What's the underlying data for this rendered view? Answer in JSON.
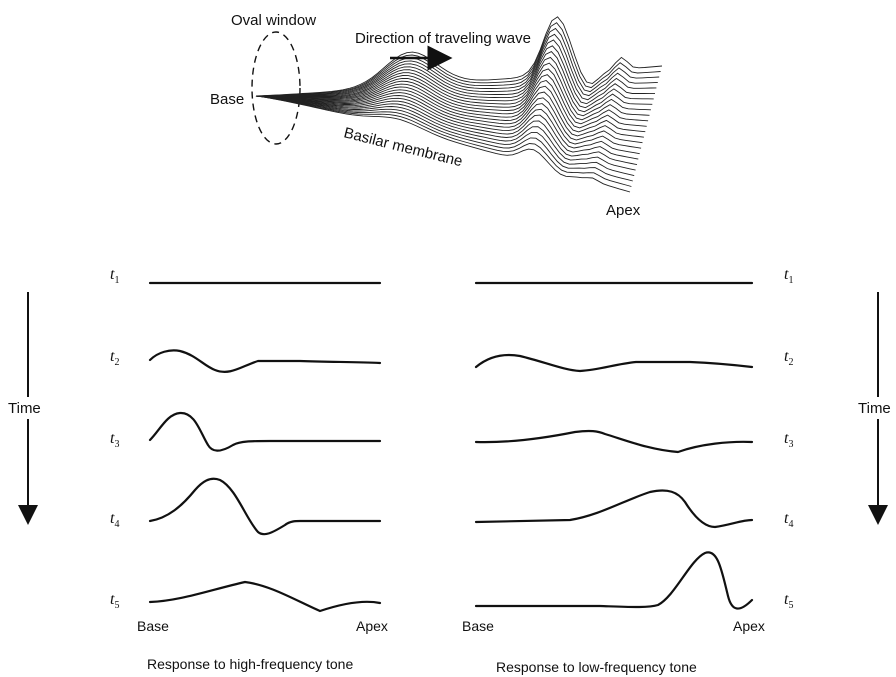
{
  "top": {
    "oval_window": "Oval window",
    "direction": "Direction of traveling wave",
    "base": "Base",
    "basilar_membrane": "Basilar membrane",
    "apex": "Apex"
  },
  "axis": {
    "time": "Time"
  },
  "rows": [
    {
      "t": "t",
      "sub": "1"
    },
    {
      "t": "t",
      "sub": "2"
    },
    {
      "t": "t",
      "sub": "3"
    },
    {
      "t": "t",
      "sub": "4"
    },
    {
      "t": "t",
      "sub": "5"
    }
  ],
  "left_panel": {
    "base": "Base",
    "apex": "Apex",
    "caption": "Response to high-frequency tone"
  },
  "right_panel": {
    "base": "Base",
    "apex": "Apex",
    "caption": "Response to low-frequency tone"
  }
}
